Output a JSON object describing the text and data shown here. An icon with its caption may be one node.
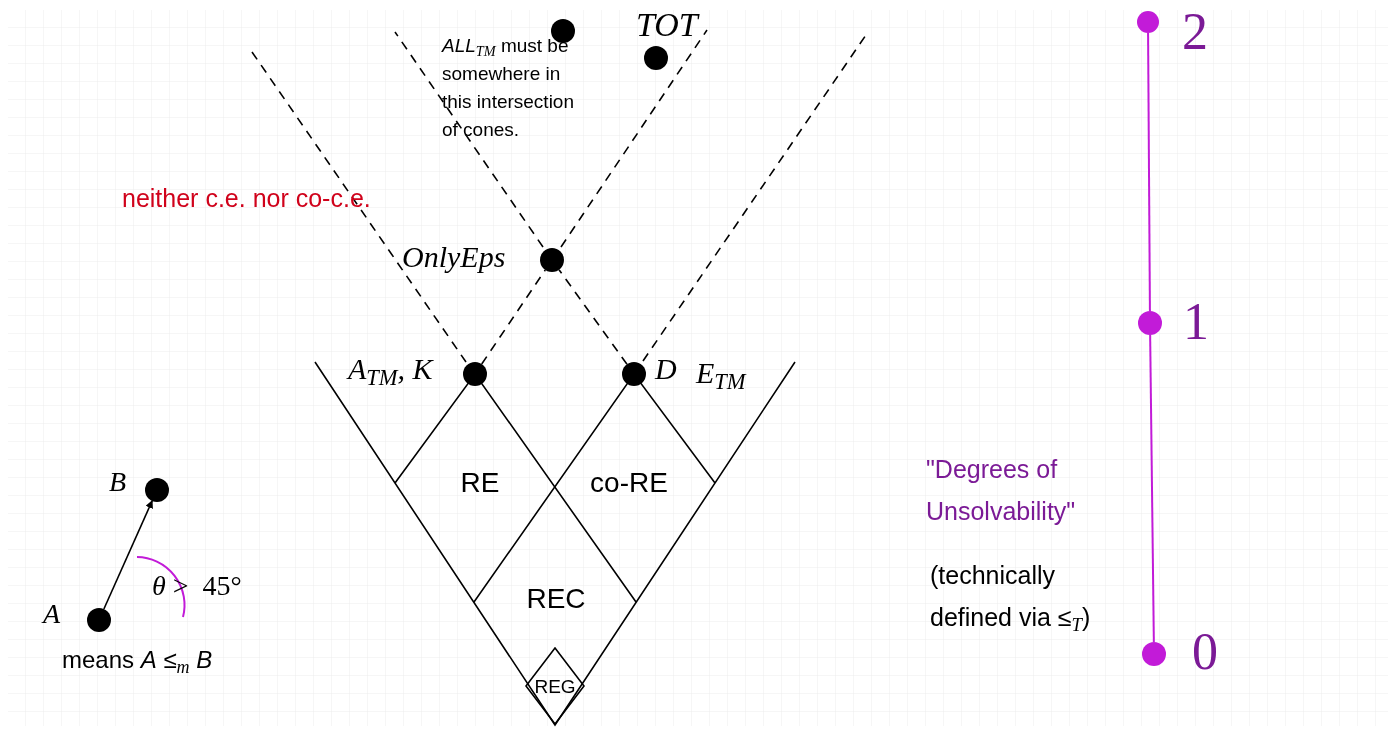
{
  "diagram": {
    "nodes": [
      {
        "text": [],
        "shape": "circle",
        "beside": [
          "*ALL*$_{TM}$ must be somewhere in this intersection of cones."
        ]
      },
      {
        "text": [],
        "shape": "circle",
        "beside": [
          "TOT"
        ]
      },
      {
        "text": [],
        "shape": "circle",
        "beside": [
          "2"
        ]
      },
      {
        "text": [],
        "shape": "circle",
        "beside": [
          "OnlyEps"
        ]
      },
      {
        "text": [],
        "shape": "circle",
        "beside": [
          "1"
        ]
      },
      {
        "text": [],
        "shape": "circle",
        "beside": [
          "A$_{TM}$, K"
        ]
      },
      {
        "text": [],
        "shape": "circle",
        "beside": [
          "D",
          "E$_{TM}$"
        ]
      },
      {
        "text": [],
        "shape": "circle",
        "beside": [
          "B"
        ]
      },
      {
        "text": [],
        "shape": "circle",
        "beside": [
          "A"
        ]
      },
      {
        "text": [],
        "shape": "circle",
        "beside": [
          "0"
        ]
      },
      {
        "text": [
          "REG"
        ]
      }
    ],
    "edges": [
      {
        "from": 8,
        "to": 7,
        "arrow": "to"
      },
      {
        "from": 9,
        "to": 4,
        "arrow": "none",
        "color": "#c21bd8"
      },
      {
        "from": 4,
        "to": 2,
        "arrow": "none",
        "color": "#c21bd8"
      },
      {
        "from": 5,
        "to": 3,
        "arrow": "none",
        "style": "dashed"
      },
      {
        "from": 6,
        "to": 3,
        "arrow": "none",
        "style": "dashed"
      }
    ],
    "labels": [
      "neither c.e. nor co-c.e.",
      "RE",
      "co-RE",
      "REC",
      "*θ* >  45°",
      "means *A* ≤$_{m}$ *B*",
      "\"Degrees of Unsolvability\"",
      "(technically defined via ≤$_{T}$)"
    ]
  }
}
